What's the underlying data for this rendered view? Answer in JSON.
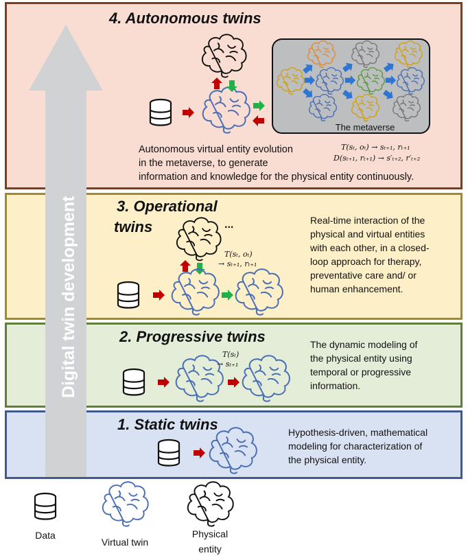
{
  "arrow_label": "Digital twin development",
  "levels": {
    "autonomous": {
      "title": "4. Autonomous twins",
      "description": [
        "Autonomous virtual entity evolution",
        "in the metaverse, to generate",
        "information and knowledge for the physical entity continuously."
      ],
      "metaverse_label": "The metaverse",
      "formula_1": "T(sₜ, oₜ) → sₜ₊₁, rₜ₊₁",
      "formula_2": "D(sₜ₊₁, rₜ₊₁) → s′ₜ₊₂, r′ₜ₊₂"
    },
    "operational": {
      "title_line1": "3. Operational",
      "title_line2": "twins",
      "ellipsis": "...",
      "formula_1": "T(sₜ, oₜ)",
      "formula_2": "→ sₜ₊₁, rₜ₊₁",
      "description": [
        "Real-time interaction of the",
        "physical and virtual entities",
        "with each other, in a closed-",
        "loop  approach for therapy,",
        "preventative care and/ or",
        "human enhancement."
      ]
    },
    "progressive": {
      "title": "2. Progressive twins",
      "formula_1": "T(sₜ)",
      "formula_2": "→ sₜ₊₁",
      "description": [
        "The dynamic modeling of",
        "the physical entity using",
        "temporal or progressive",
        "information."
      ]
    },
    "static": {
      "title": "1. Static twins",
      "description": [
        "Hypothesis-driven, mathematical",
        "modeling for characterization of",
        "the physical entity."
      ]
    }
  },
  "legend": {
    "data": "Data",
    "virtual": "Virtual twin",
    "physical_line1": "Physical",
    "physical_line2": "entity"
  },
  "colors": {
    "autonomous_bg": "#f9ddd2",
    "operational_bg": "#fdefc8",
    "progressive_bg": "#e3edd8",
    "static_bg": "#d9e2f3",
    "virtual_brain": "#4a6fb5",
    "red_arrow": "#c00000",
    "green_arrow": "#22b04a",
    "metaverse_arrow": "#2f76d2"
  }
}
